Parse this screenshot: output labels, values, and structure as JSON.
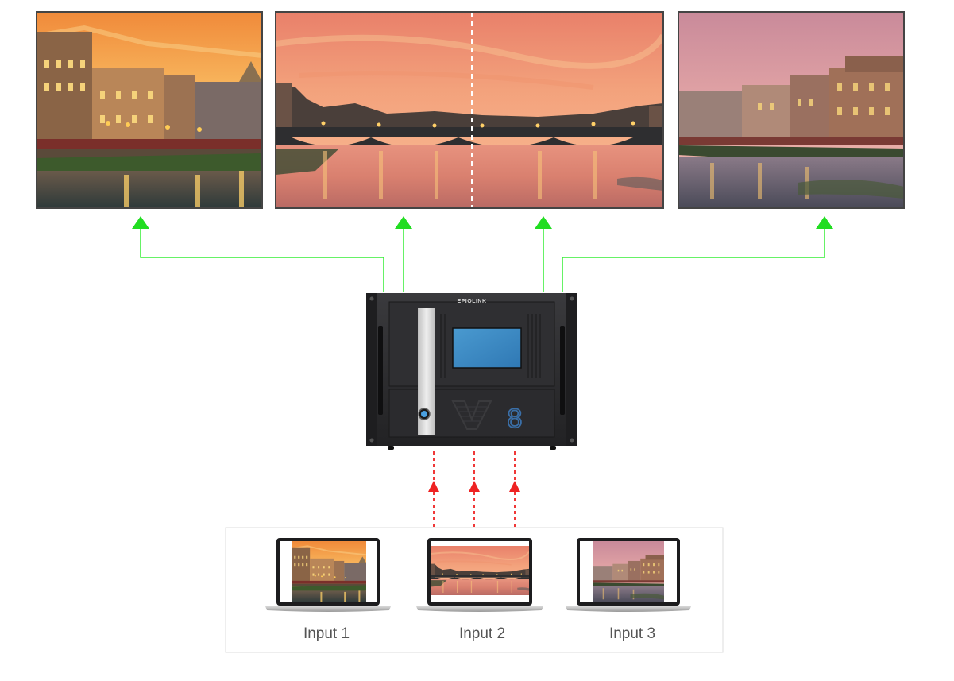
{
  "device": {
    "brand": "EPIOLINK",
    "logo_mark": "8"
  },
  "inputs": [
    {
      "label": "Input 1"
    },
    {
      "label": "Input 2"
    },
    {
      "label": "Input 3"
    }
  ],
  "colors": {
    "output_signal": "#33ee33",
    "input_signal": "#ee2222",
    "screen_border": "#444444",
    "device_body": "#2a2a2c"
  },
  "icons": [
    "arrow-up-icon",
    "power-button-icon",
    "laptop-icon"
  ]
}
